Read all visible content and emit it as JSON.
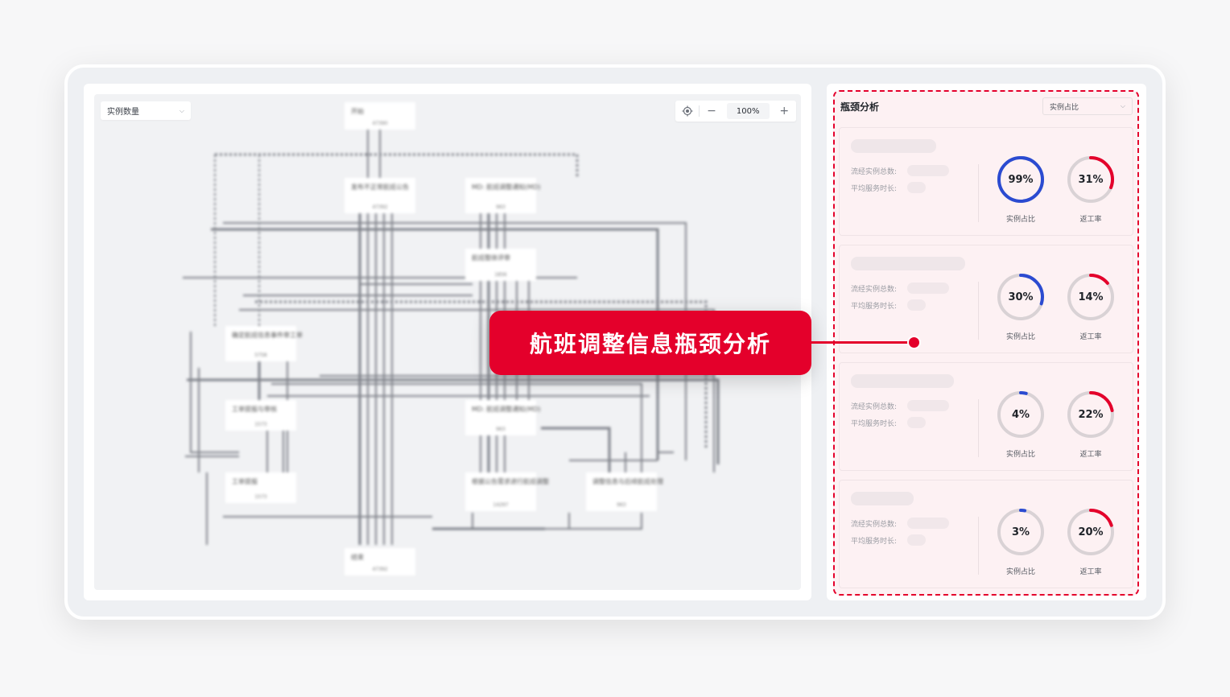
{
  "canvas": {
    "metric_select": {
      "value": "实例数量"
    },
    "zoom_controls": {
      "locate_icon": "crosshair-icon",
      "zoom_out": "−",
      "zoom_level": "100%",
      "zoom_in": "+"
    },
    "diagram": {
      "blurred": true,
      "nodes": [
        {
          "id": "start",
          "label": "开始",
          "count": "47390"
        },
        {
          "id": "n1",
          "label": "发布不正常航班公告",
          "count": "47392"
        },
        {
          "id": "n2",
          "label": "MD: 航班调整通知(MD)",
          "count": "963"
        },
        {
          "id": "n3",
          "label": "航班整体评审",
          "count": "1856"
        },
        {
          "id": "n4",
          "label": "确定航班信息事件审工单",
          "count": "5758"
        },
        {
          "id": "n5",
          "label": "工单提报与审核",
          "count": "1573"
        },
        {
          "id": "n6",
          "label": "MD: 航班调整通知(MD)",
          "count": "963"
        },
        {
          "id": "n7",
          "label": "工单提报",
          "count": "1573"
        },
        {
          "id": "n8",
          "label": "根据公告需求进行航班调整",
          "count": "14297"
        },
        {
          "id": "n9",
          "label": "调整信息与后续航班处理",
          "count": "963"
        },
        {
          "id": "end",
          "label": "结束",
          "count": "47392"
        }
      ]
    }
  },
  "bottleneck": {
    "title": "瓶颈分析",
    "sort_select": {
      "value": "实例占比"
    },
    "meta_labels": {
      "total": "流经实例总数:",
      "avg_time": "平均服务时长:"
    },
    "ring_labels": {
      "share": "实例占比",
      "rework": "返工率"
    },
    "colors": {
      "share": "#2b4bd1",
      "rework": "#e4002b",
      "track": "#d9d2d5"
    },
    "items": [
      {
        "share_pct": 99,
        "share_text": "99%",
        "rework_pct": 31,
        "rework_text": "31%"
      },
      {
        "share_pct": 30,
        "share_text": "30%",
        "rework_pct": 14,
        "rework_text": "14%"
      },
      {
        "share_pct": 4,
        "share_text": "4%",
        "rework_pct": 22,
        "rework_text": "22%"
      },
      {
        "share_pct": 3,
        "share_text": "3%",
        "rework_pct": 20,
        "rework_text": "20%"
      }
    ]
  },
  "callout": {
    "text": "航班调整信息瓶颈分析",
    "color": "#e4002b"
  }
}
